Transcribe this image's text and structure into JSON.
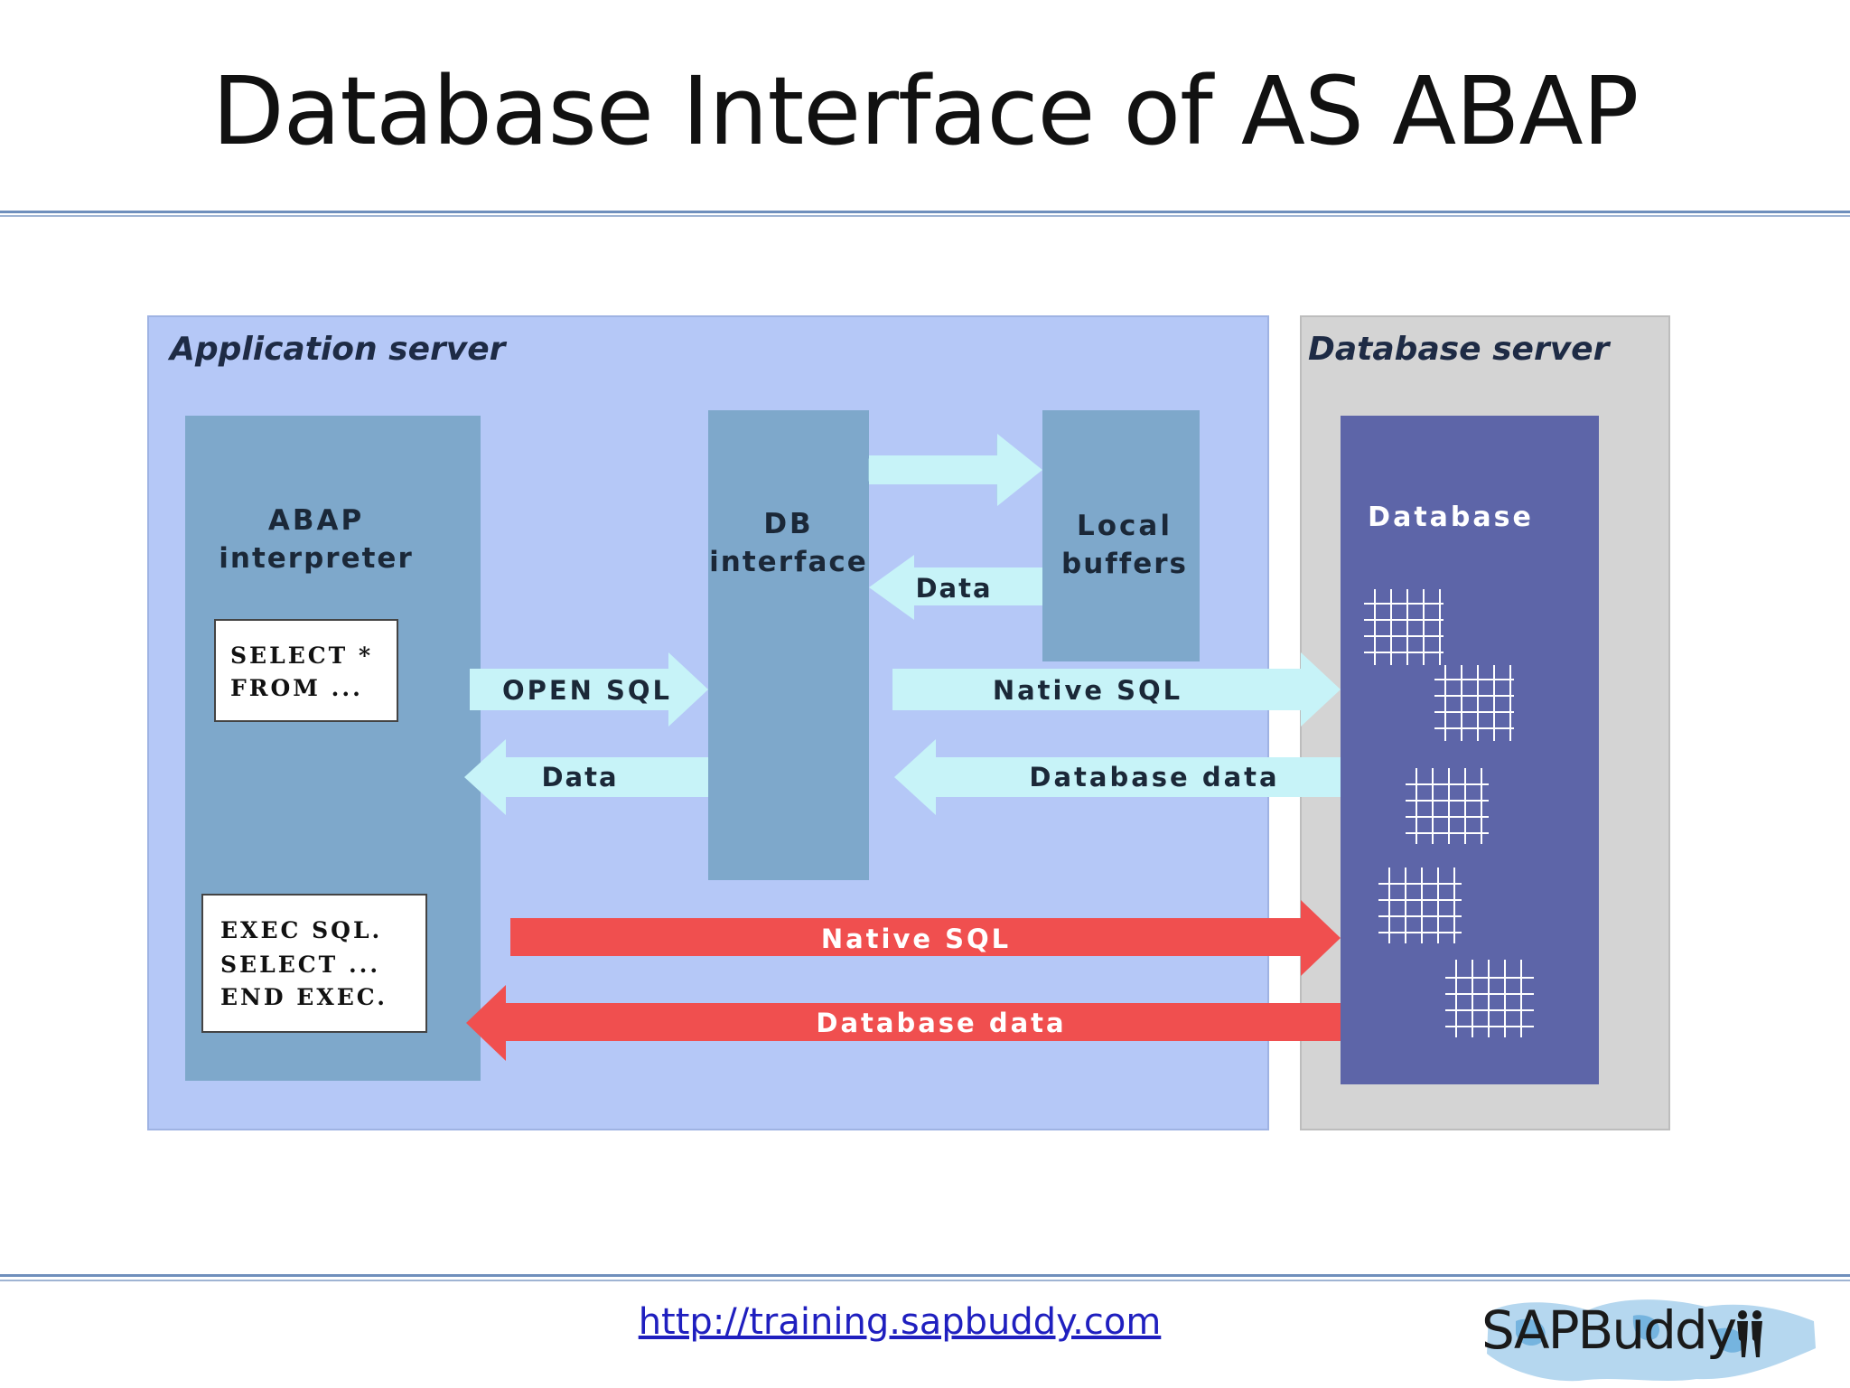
{
  "title": "Database Interface of AS ABAP",
  "application_server": {
    "label": "Application server",
    "abap_interpreter": {
      "line1": "ABAP",
      "line2": "interpreter"
    },
    "open_sql_code": {
      "line1": "SELECT *",
      "line2": "FROM ..."
    },
    "native_sql_code": {
      "line1": "EXEC SQL.",
      "line2": "SELECT ...",
      "line3": "END EXEC."
    },
    "db_interface": {
      "line1": "DB",
      "line2": "interface"
    },
    "local_buffers": {
      "line1": "Local",
      "line2": "buffers"
    }
  },
  "database_server": {
    "label": "Database server",
    "database": "Database"
  },
  "arrows": {
    "buffers_data": "Data",
    "open_sql": "OPEN SQL",
    "data_back": "Data",
    "native_sql_light": "Native SQL",
    "database_data_light": "Database data",
    "native_sql_red": "Native SQL",
    "database_data_red": "Database data"
  },
  "footer": {
    "link": "http://training.sapbuddy.com",
    "logo": "SAPBuddy"
  },
  "colors": {
    "app_bg": "#b5c8f7",
    "db_bg": "#d4d4d4",
    "block": "#7ea8cb",
    "database_block": "#5d65a8",
    "light_arrow": "#c7f3f8",
    "red_arrow": "#f04f4f",
    "rule": "#5b7fb0"
  }
}
